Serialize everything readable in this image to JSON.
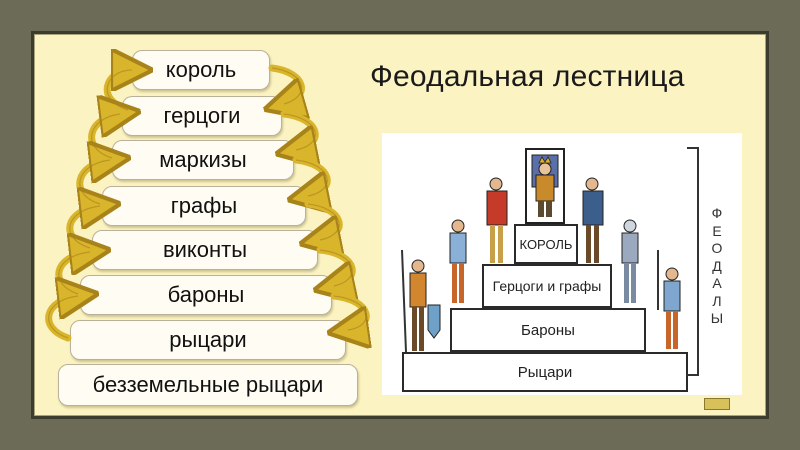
{
  "title": "Феодальная лестница",
  "ladder_tiers": [
    "король",
    "герцоги",
    "маркизы",
    "графы",
    "виконты",
    "бароны",
    "рыцари",
    "безземельные рыцари"
  ],
  "pyramid_steps": [
    "КОРОЛЬ",
    "Герцоги и графы",
    "Бароны",
    "Рыцари"
  ],
  "side_label": "ФЕОДАЛЫ",
  "colors": {
    "background": "#6b6b57",
    "slide": "#fbf3c1",
    "arrow": "#d9b52c",
    "arrow_dark": "#a8831a"
  }
}
